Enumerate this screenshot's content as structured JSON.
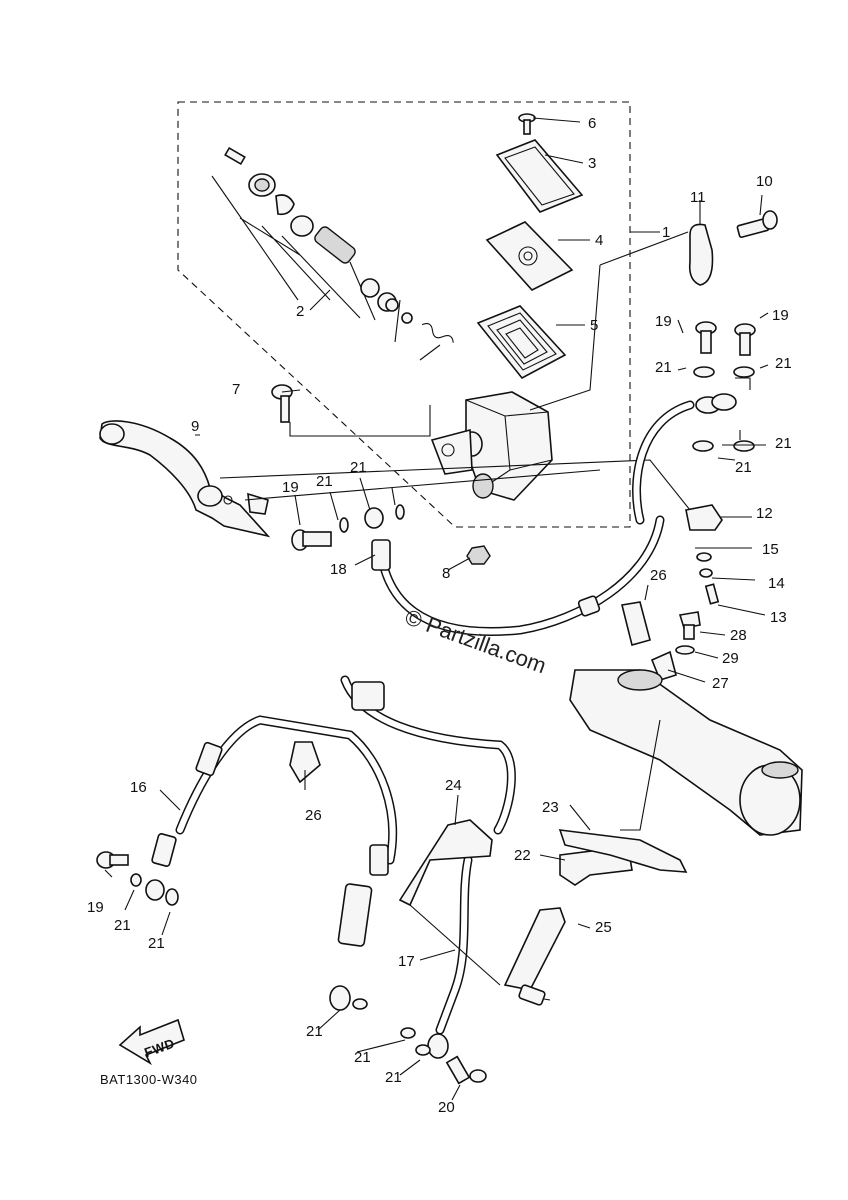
{
  "diagram": {
    "watermark": "© Partzilla.com",
    "drawing_code": "BAT1300-W340",
    "direction_arrow": "FWD",
    "callouts": [
      {
        "id": "c1",
        "label": "1"
      },
      {
        "id": "c2",
        "label": "2"
      },
      {
        "id": "c3",
        "label": "3"
      },
      {
        "id": "c4",
        "label": "4"
      },
      {
        "id": "c5",
        "label": "5"
      },
      {
        "id": "c6",
        "label": "6"
      },
      {
        "id": "c7",
        "label": "7"
      },
      {
        "id": "c8",
        "label": "8"
      },
      {
        "id": "c9",
        "label": "9"
      },
      {
        "id": "c10",
        "label": "10"
      },
      {
        "id": "c11",
        "label": "11"
      },
      {
        "id": "c12",
        "label": "12"
      },
      {
        "id": "c13",
        "label": "13"
      },
      {
        "id": "c14",
        "label": "14"
      },
      {
        "id": "c15",
        "label": "15"
      },
      {
        "id": "c16",
        "label": "16"
      },
      {
        "id": "c17",
        "label": "17"
      },
      {
        "id": "c18",
        "label": "18"
      },
      {
        "id": "c19a",
        "label": "19"
      },
      {
        "id": "c19b",
        "label": "19"
      },
      {
        "id": "c19c",
        "label": "19"
      },
      {
        "id": "c19d",
        "label": "19"
      },
      {
        "id": "c20",
        "label": "20"
      },
      {
        "id": "c21a",
        "label": "21"
      },
      {
        "id": "c21b",
        "label": "21"
      },
      {
        "id": "c21c",
        "label": "21"
      },
      {
        "id": "c21d",
        "label": "21"
      },
      {
        "id": "c21e",
        "label": "21"
      },
      {
        "id": "c21f",
        "label": "21"
      },
      {
        "id": "c21g",
        "label": "21"
      },
      {
        "id": "c21h",
        "label": "21"
      },
      {
        "id": "c21i",
        "label": "21"
      },
      {
        "id": "c21j",
        "label": "21"
      },
      {
        "id": "c21k",
        "label": "21"
      },
      {
        "id": "c21l",
        "label": "21"
      },
      {
        "id": "c22",
        "label": "22"
      },
      {
        "id": "c23",
        "label": "23"
      },
      {
        "id": "c24",
        "label": "24"
      },
      {
        "id": "c25",
        "label": "25"
      },
      {
        "id": "c26a",
        "label": "26"
      },
      {
        "id": "c26b",
        "label": "26"
      },
      {
        "id": "c27",
        "label": "27"
      },
      {
        "id": "c28",
        "label": "28"
      },
      {
        "id": "c29",
        "label": "29"
      }
    ]
  }
}
